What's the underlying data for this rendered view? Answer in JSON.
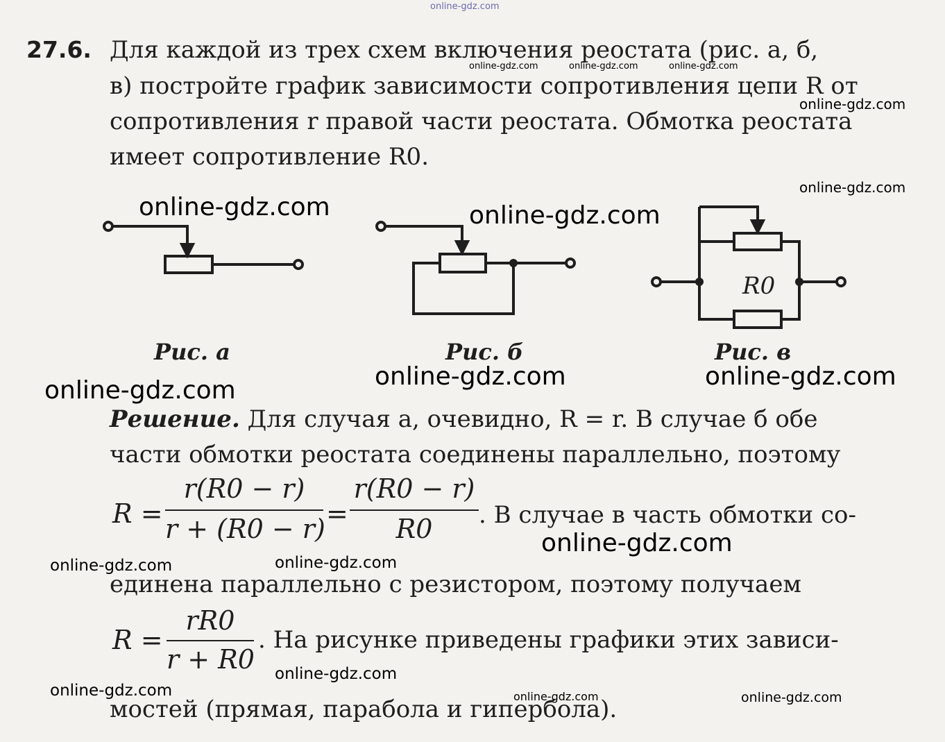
{
  "problem": {
    "number": "27.6.",
    "lines": [
      "Для каждой из трех схем включения реостата (рис. а, б,",
      "в) постройте график зависимости сопротивления цепи R от",
      "сопротивления r правой части реостата. Обмотка реостата",
      "имеет сопротивление R0."
    ]
  },
  "figures": {
    "caption_a": "Рис. а",
    "caption_b": "Рис. б",
    "caption_v": "Рис. в",
    "label_r0": "R0"
  },
  "solution": {
    "heading": "Решение.",
    "line1": "Для случая а, очевидно, R = r. В случае б обе",
    "line2": "части обмотки реостата соединены параллельно, поэтому",
    "formula1_lhs": "R =",
    "formula1_num1": "r(R0 − r)",
    "formula1_den1": "r + (R0 − r)",
    "formula1_eq": "=",
    "formula1_num2": "r(R0 − r)",
    "formula1_den2": "R0",
    "after_formula1": ". В случае в часть обмотки со-",
    "line4": "единена параллельно с резистором, поэтому получаем",
    "formula2_lhs": "R =",
    "formula2_num": "rR0",
    "formula2_den": "r + R0",
    "after_formula2": ". На рисунке приведены графики этих зависи-",
    "line6": "мостей (прямая, парабола и гипербола)."
  },
  "watermarks": {
    "text": "online-gdz.com"
  }
}
